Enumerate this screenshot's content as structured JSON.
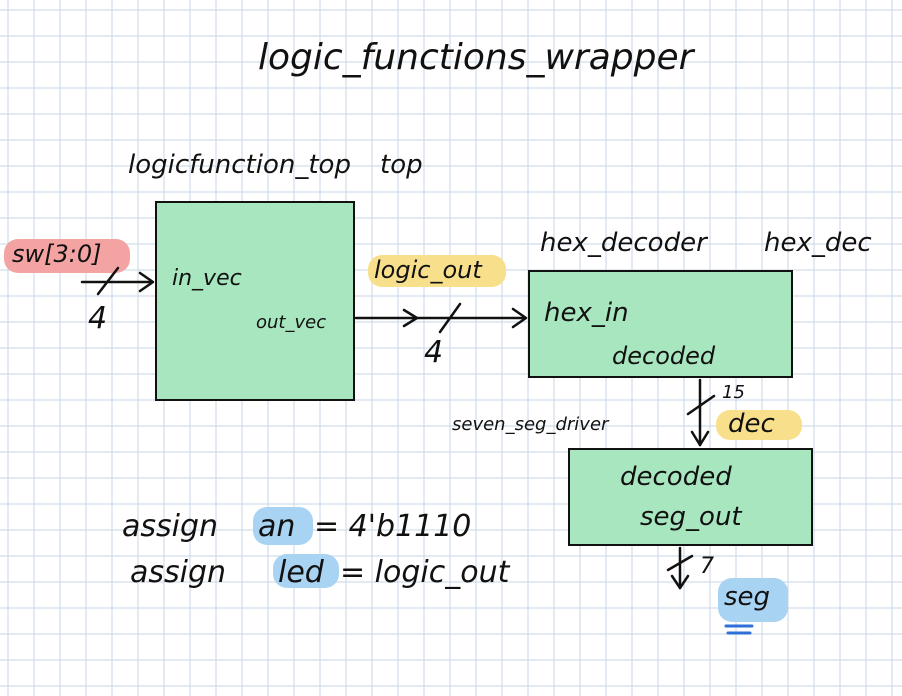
{
  "title": "logic_functions_wrapper",
  "colors": {
    "grid": "#c9d4e6",
    "block_fill": "#a8e6bf",
    "ink": "#111111",
    "highlight_red": "#f4a3a3",
    "highlight_yellow": "#f8df8c",
    "highlight_blue": "#a9d3f2",
    "underline_blue": "#2f6fd8"
  },
  "blocks": {
    "top": {
      "module": "logicfunction_top",
      "instance": "top",
      "input_port": "in_vec",
      "output_port": "out_vec"
    },
    "hex": {
      "module": "hex_decoder",
      "instance": "hex_dec",
      "input_port": "hex_in",
      "output_port": "decoded"
    },
    "seg": {
      "module": "seven_seg_driver",
      "instance": "dec",
      "input_port": "decoded",
      "output_port": "seg_out"
    }
  },
  "signals": {
    "sw": "sw[3:0]",
    "sw_width": "4",
    "logic_out": "logic_out",
    "logic_out_width": "4",
    "decoded_width": "15",
    "seg": "seg",
    "seg_width": "7"
  },
  "assignments": [
    {
      "keyword": "assign",
      "target": "an",
      "value": "= 4'b1110"
    },
    {
      "keyword": "assign",
      "target": "led",
      "value": "= logic_out"
    }
  ]
}
